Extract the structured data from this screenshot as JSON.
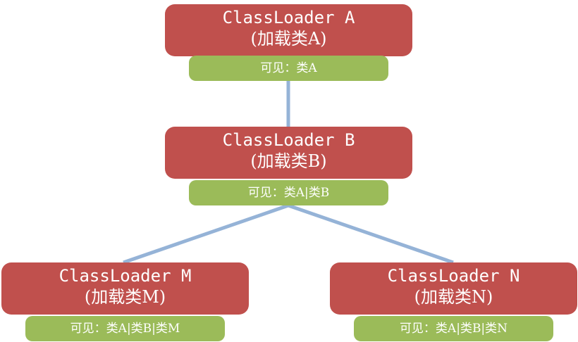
{
  "diagram": {
    "colors": {
      "loader_fill": "#c0504d",
      "visible_fill": "#9bbb59",
      "edge": "#95b3d7",
      "text": "#ffffff"
    },
    "nodes": [
      {
        "id": "a",
        "name": "ClassLoader A",
        "loads": "(加载类A)",
        "visible": "可见：类A"
      },
      {
        "id": "b",
        "name": "ClassLoader B",
        "loads": "(加载类B)",
        "visible": "可见：类A|类B"
      },
      {
        "id": "m",
        "name": "ClassLoader M",
        "loads": "(加载类M)",
        "visible": "可见：类A|类B|类M"
      },
      {
        "id": "n",
        "name": "ClassLoader N",
        "loads": "(加载类N)",
        "visible": "可见：类A|类B|类N"
      }
    ],
    "edges": [
      {
        "from": "a",
        "to": "b"
      },
      {
        "from": "b",
        "to": "m"
      },
      {
        "from": "b",
        "to": "n"
      }
    ]
  }
}
